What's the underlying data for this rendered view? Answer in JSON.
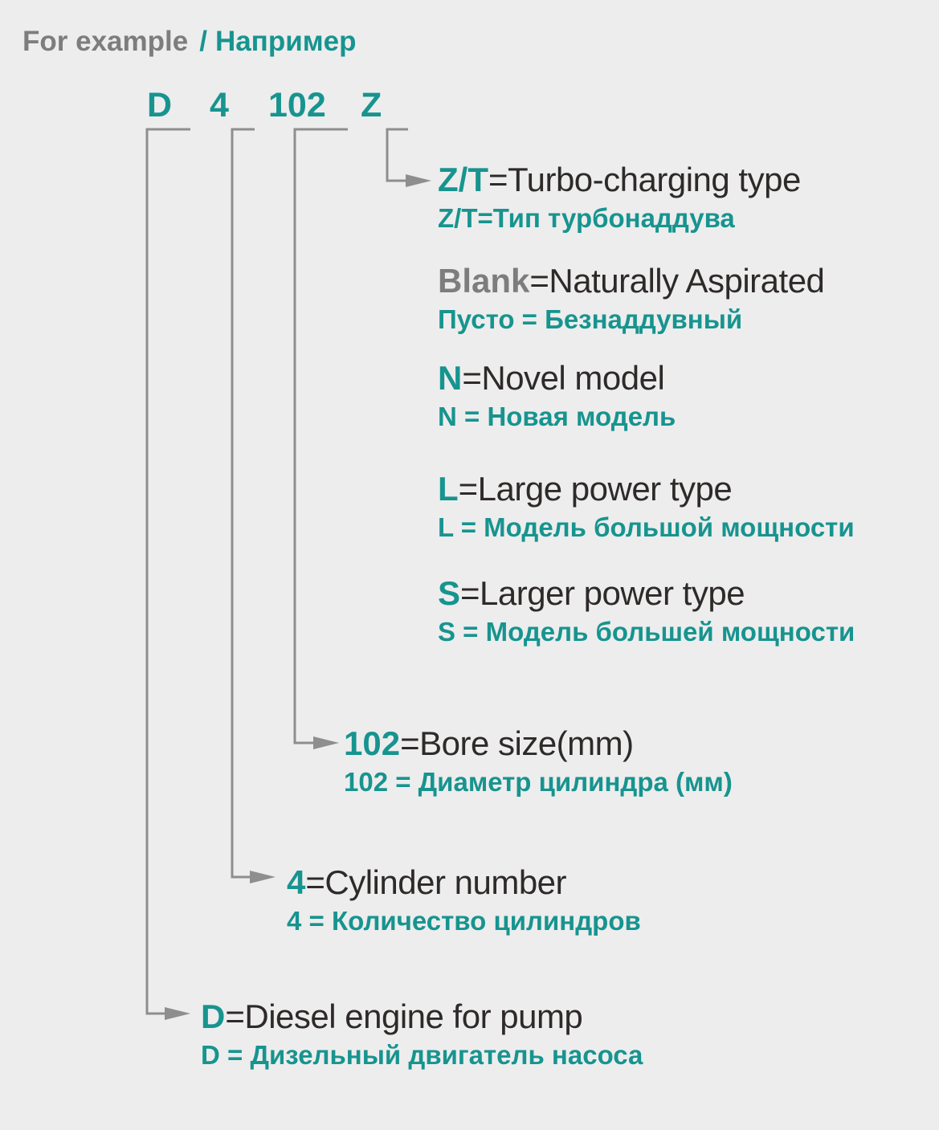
{
  "colors": {
    "background": "#ededed",
    "teal": "#17948f",
    "dark": "#2e2a29",
    "gray": "#7d7d7d",
    "line": "#8e8e8e"
  },
  "header": {
    "title_en": "For example",
    "separator": "/",
    "title_ru": "Например"
  },
  "code": {
    "prefix": "D",
    "cylinders": "4",
    "bore": "102",
    "turbo": "Z"
  },
  "entries": [
    {
      "id": "turbo",
      "token": "Z/T",
      "en_rest": "=Turbo-charging type",
      "ru": "Z/T=Тип турбонаддува"
    },
    {
      "id": "blank",
      "token": "Blank",
      "en_rest": "=Naturally Aspirated",
      "ru": "Пусто = Безнаддувный"
    },
    {
      "id": "novel",
      "token": "N",
      "en_rest": "=Novel model",
      "ru": "N = Новая модель"
    },
    {
      "id": "large",
      "token": "L",
      "en_rest": "=Large power type",
      "ru": "L = Модель большой мощности"
    },
    {
      "id": "larger",
      "token": "S",
      "en_rest": "=Larger power type",
      "ru": "S = Модель большей мощности"
    },
    {
      "id": "bore",
      "token": "102",
      "en_rest": "=Bore size(mm)",
      "ru": "102 = Диаметр цилиндра (мм)"
    },
    {
      "id": "cylinder",
      "token": "4",
      "en_rest": "=Cylinder number",
      "ru": "4 = Количество цилиндров"
    },
    {
      "id": "diesel",
      "token": "D",
      "en_rest": "=Diesel engine for pump",
      "ru": "D = Дизельный двигатель насоса"
    }
  ]
}
